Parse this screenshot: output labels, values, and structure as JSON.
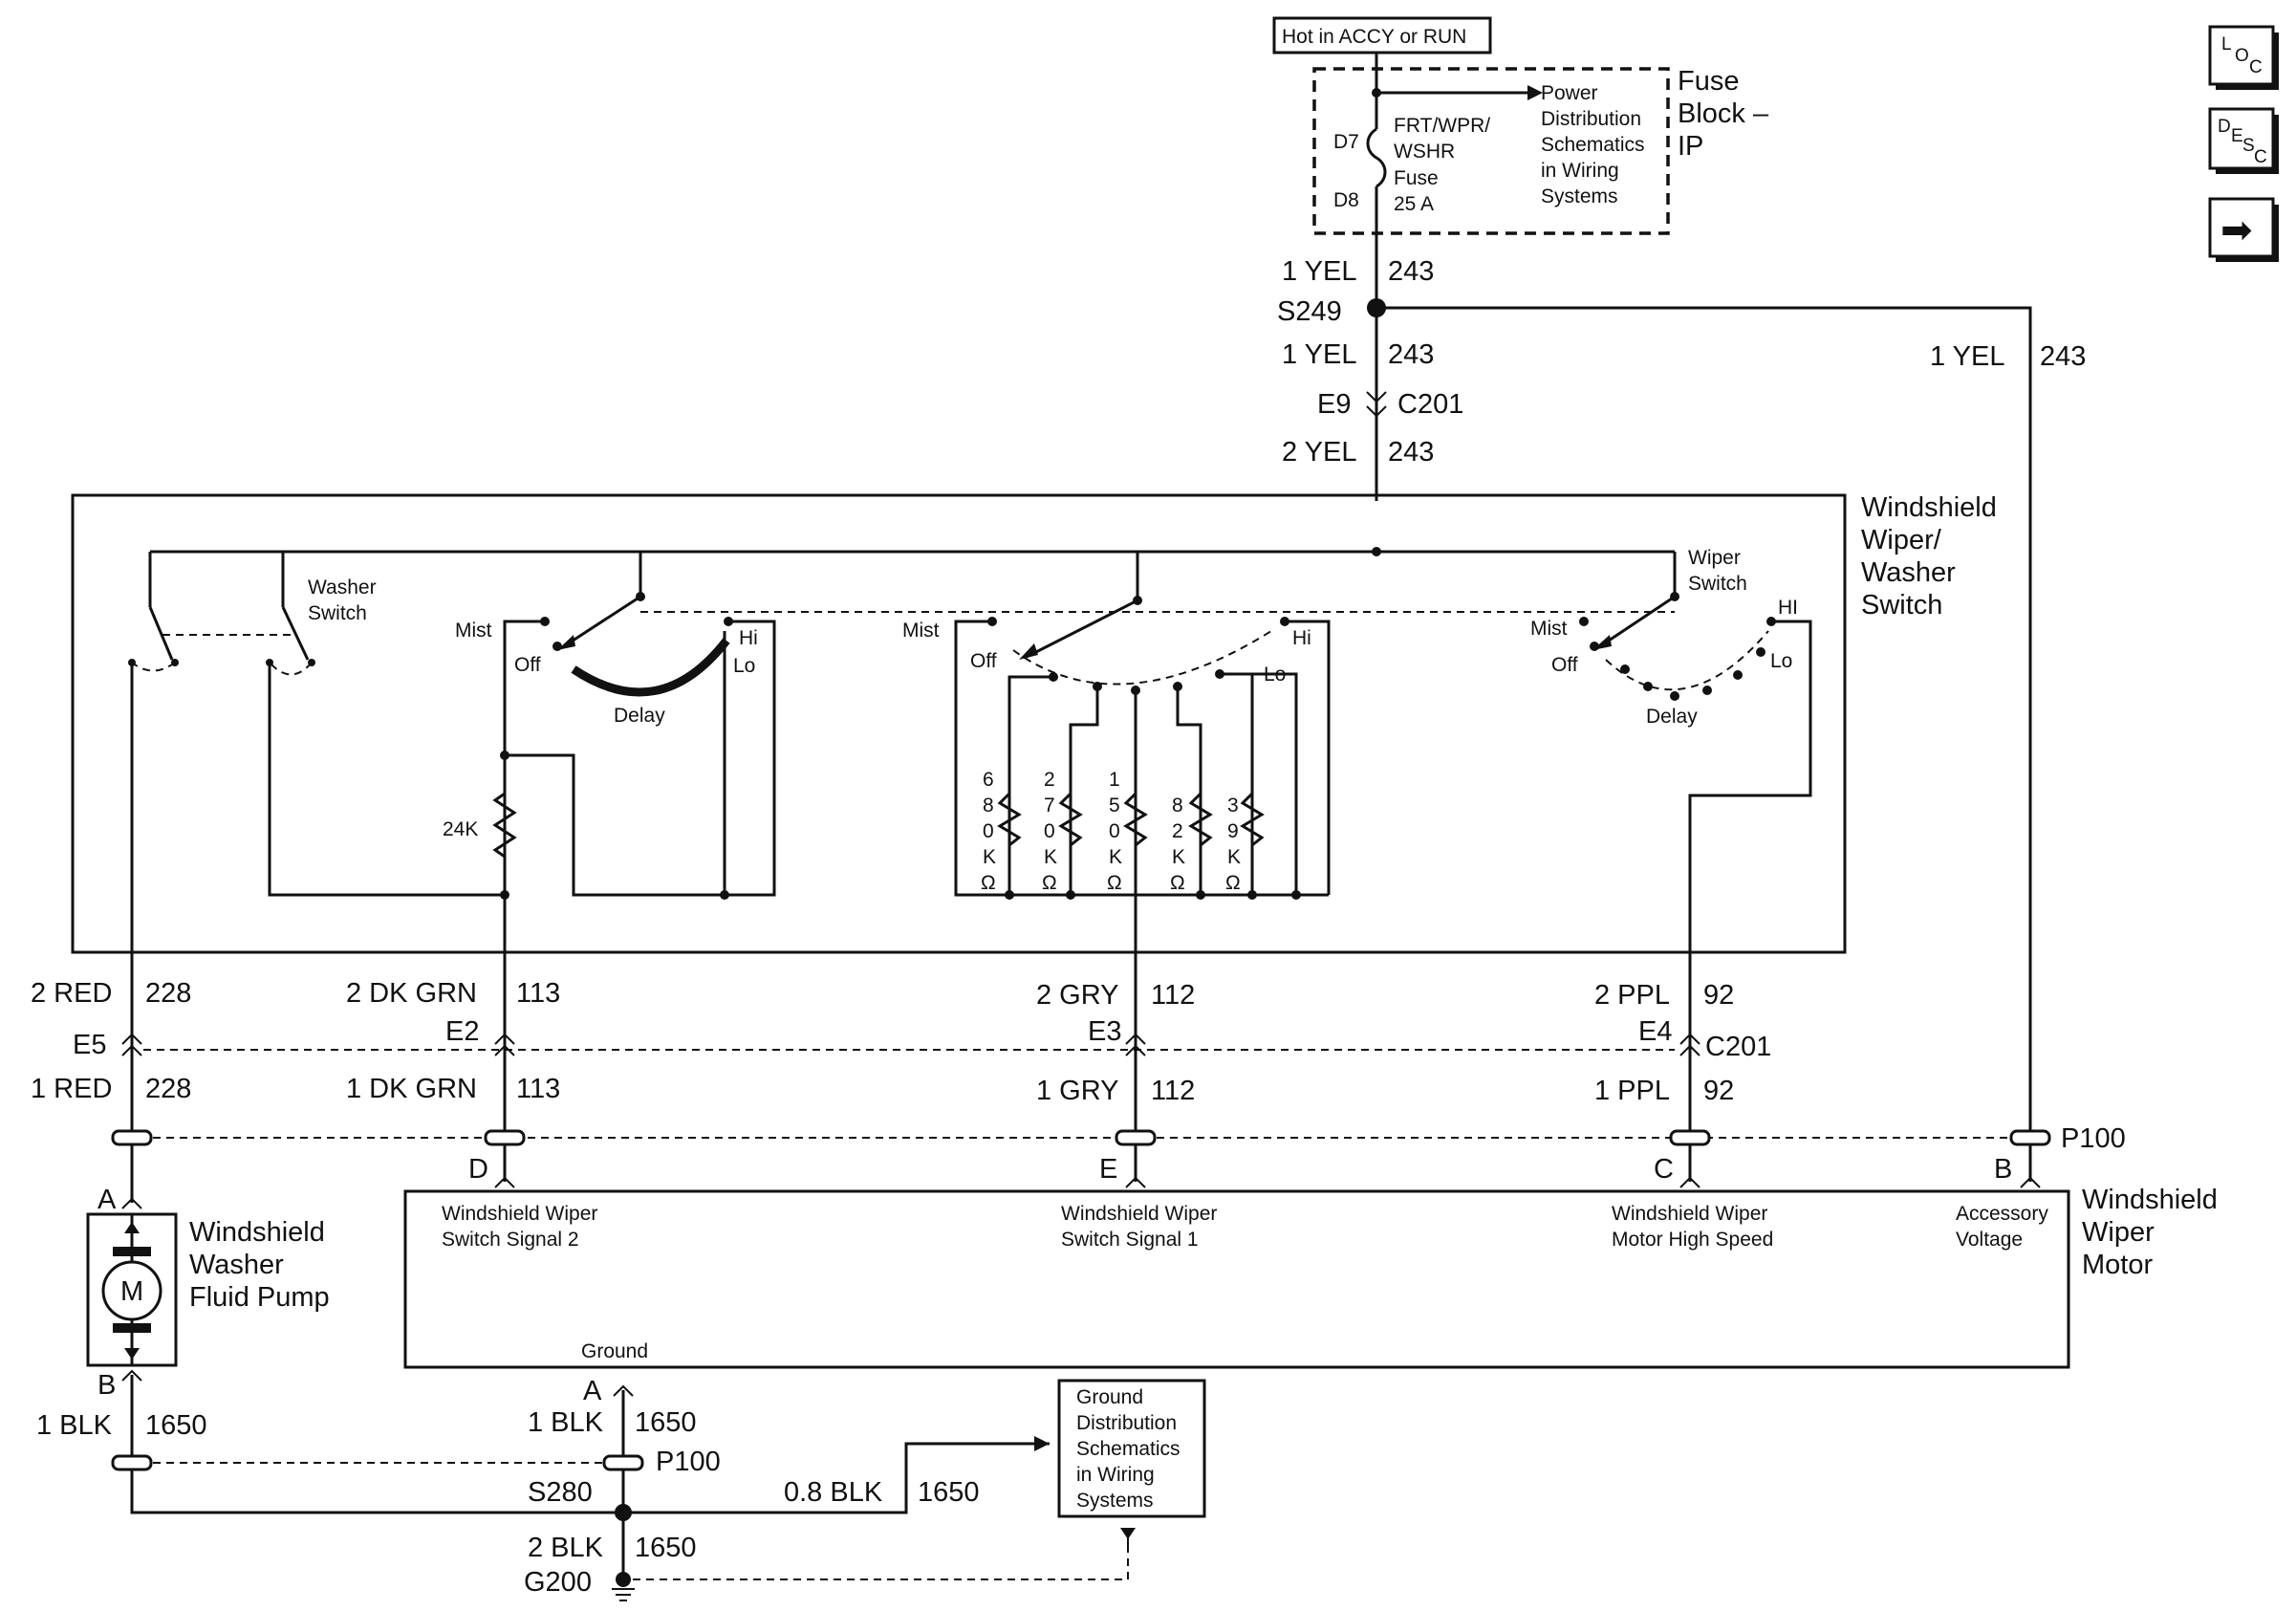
{
  "power": {
    "source": "Hot in ACCY or RUN",
    "fuse_block": [
      "Fuse",
      "Block –",
      "IP"
    ],
    "fuse_name": [
      "FRT/WPR/",
      "WSHR",
      "Fuse",
      "25 A"
    ],
    "fuse_pins": [
      "D7",
      "D8"
    ],
    "power_dist": [
      "Power",
      "Distribution",
      "Schematics",
      "in Wiring",
      "Systems"
    ]
  },
  "wires": {
    "fuse_out": {
      "size": "1 YEL",
      "circuit": "243"
    },
    "splice_top": "S249",
    "below_splice": {
      "size": "1 YEL",
      "circuit": "243"
    },
    "branch_right": {
      "size": "1 YEL",
      "circuit": "243"
    },
    "c201_pin_top": "E9",
    "c201": "C201",
    "into_switch": {
      "size": "2 YEL",
      "circuit": "243"
    },
    "red_upper": {
      "size": "2 RED",
      "circuit": "228"
    },
    "red_lower": {
      "size": "1 RED",
      "circuit": "228"
    },
    "dkgrn_upper": {
      "size": "2 DK GRN",
      "circuit": "113"
    },
    "dkgrn_lower": {
      "size": "1 DK GRN",
      "circuit": "113"
    },
    "gry_upper": {
      "size": "2 GRY",
      "circuit": "112"
    },
    "gry_lower": {
      "size": "1 GRY",
      "circuit": "112"
    },
    "ppl_upper": {
      "size": "2 PPL",
      "circuit": "92"
    },
    "ppl_lower": {
      "size": "1 PPL",
      "circuit": "92"
    },
    "pins_c201": [
      "E5",
      "E2",
      "E3",
      "E4"
    ],
    "c201_bottom": "C201",
    "p100": "P100",
    "motor_pins": [
      "D",
      "E",
      "C",
      "B"
    ],
    "pump_pins": [
      "A",
      "B"
    ],
    "ground_pin": "A",
    "blk_pump": {
      "size": "1 BLK",
      "circuit": "1650"
    },
    "blk_motor": {
      "size": "1 BLK",
      "circuit": "1650"
    },
    "blk_ground": {
      "size": "0.8 BLK",
      "circuit": "1650"
    },
    "blk_g200": {
      "size": "2 BLK",
      "circuit": "1650"
    },
    "p100_bottom": "P100",
    "s280": "S280",
    "g200": "G200"
  },
  "switch": {
    "name": [
      "Windshield",
      "Wiper/",
      "Washer",
      "Switch"
    ],
    "washer_switch": [
      "Washer",
      "Switch"
    ],
    "wiper_switch": [
      "Wiper",
      "Switch"
    ],
    "left": {
      "mist": "Mist",
      "off": "Off",
      "hi": "Hi",
      "lo": "Lo",
      "delay": "Delay",
      "resistor": "24K"
    },
    "center": {
      "mist": "Mist",
      "off": "Off",
      "hi": "Hi",
      "lo": "Lo"
    },
    "right": {
      "mist": "Mist",
      "off": "Off",
      "hi": "HI",
      "lo": "Lo",
      "delay": "Delay"
    },
    "resistors": [
      [
        "6",
        "8",
        "0",
        "K",
        "Ω"
      ],
      [
        "2",
        "7",
        "0",
        "K",
        "Ω"
      ],
      [
        "1",
        "5",
        "0",
        "K",
        "Ω"
      ],
      [
        "8",
        "2",
        "K",
        "Ω"
      ],
      [
        "3",
        "9",
        "K",
        "Ω"
      ]
    ]
  },
  "motor": {
    "name": [
      "Windshield",
      "Wiper",
      "Motor"
    ],
    "terminals": [
      [
        "Windshield Wiper",
        "Switch Signal 2"
      ],
      [
        "Windshield Wiper",
        "Switch Signal 1"
      ],
      [
        "Windshield Wiper",
        "Motor High Speed"
      ],
      [
        "Accessory",
        "Voltage"
      ]
    ],
    "ground": "Ground"
  },
  "pump": {
    "name": [
      "Windshield",
      "Washer",
      "Fluid Pump"
    ],
    "symbol": "M"
  },
  "ground_dist": [
    "Ground",
    "Distribution",
    "Schematics",
    "in Wiring",
    "Systems"
  ],
  "nav": {
    "loc": {
      "a": "L",
      "b": "O",
      "c": "C"
    },
    "desc": {
      "a": "D",
      "b": "E",
      "c": "S",
      "d": "C"
    },
    "next": "➡"
  }
}
